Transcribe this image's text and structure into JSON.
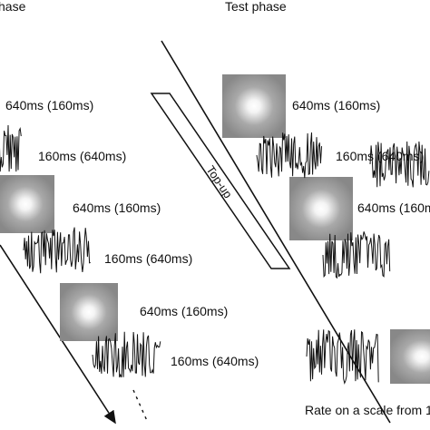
{
  "header": {
    "left_label": "hase",
    "right_label": "Test phase"
  },
  "durations": {
    "long_first": "640ms (160ms)",
    "short_first": "160ms (640ms)"
  },
  "topup_label": "Top-up",
  "footer_text": "Rate on a scale from 1",
  "colors": {
    "ink": "#111111",
    "gabor_bg": "#8a8a8a",
    "gabor_center": "#ffffff"
  },
  "stimuli": {
    "gabor_icon": "gaussian-blob-icon",
    "noise_icon": "white-noise-icon"
  }
}
